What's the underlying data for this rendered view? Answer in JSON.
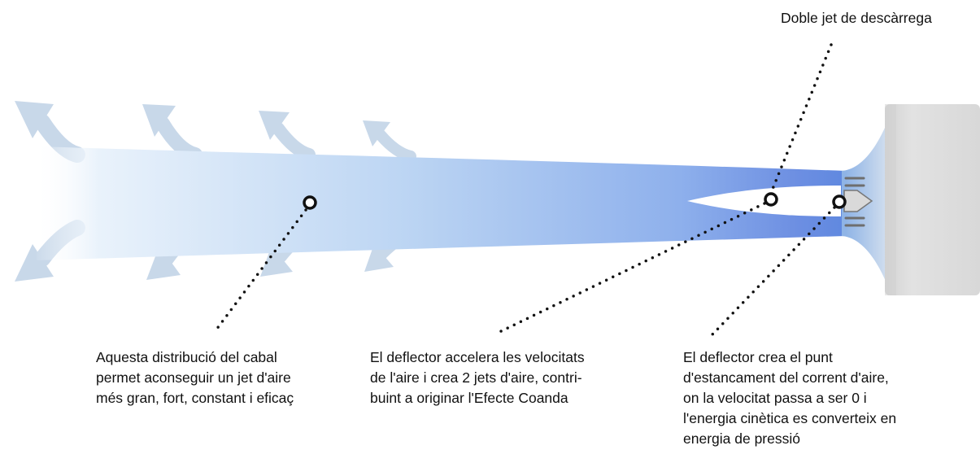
{
  "colors": {
    "jet": "#6d8fe2",
    "jet_light": "#e8f1fb",
    "arrows": "#c6d6e8",
    "nozzle": "#dcdcdc",
    "nozzle_edge": "#cccccc",
    "deflector": "#d7d7d7",
    "markers": "#111111",
    "text": "#111111"
  },
  "icons": {
    "flow_arrows": "curved-flow-arrow-icon",
    "marker": "circle-marker-icon",
    "deflector": "cone-deflector-icon"
  },
  "labels": {
    "top": "Doble jet de descàrrega",
    "distribution": "Aquesta distribució del cabal\npermet aconseguir un jet d'aire\nmés gran, fort, constant i eficaç",
    "deflector_accel": "El deflector accelera les velocitats\nde l'aire i crea 2 jets d'aire, contri-\nbuint a originar l'Efecte Coanda",
    "deflector_stagnation": "El deflector crea el punt\nd'estancament del corrent d'aire,\non la velocitat passa a ser 0 i\nl'energia cinètica es converteix en\nenergia de pressió"
  }
}
